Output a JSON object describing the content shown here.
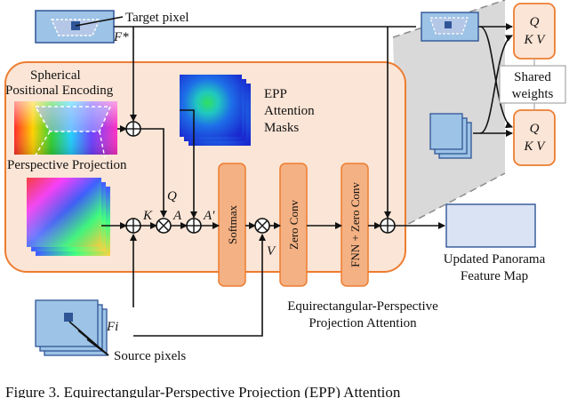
{
  "labels": {
    "target_pixel": "Target pixel",
    "spherical_line1": "Spherical",
    "spherical_line2": "Positional Encoding",
    "perspective_projection": "Perspective Projection",
    "epp_line1": "EPP",
    "epp_line2": "Attention",
    "epp_line3": "Masks",
    "softmax": "Softmax",
    "zero_conv": "Zero Conv",
    "fnn_zero_conv": "FNN + Zero Conv",
    "updated_line1": "Updated Panorama",
    "updated_line2": "Feature Map",
    "epa_line1": "Equirectangular-Perspective",
    "epa_line2": "Projection Attention",
    "source_pixels": "Source pixels",
    "shared_line1": "Shared",
    "shared_line2": "weights"
  },
  "symbols": {
    "f_star": "F*",
    "f_i": "Fi",
    "q": "Q",
    "k": "K",
    "v": "V",
    "a": "A",
    "a_prime": "A′",
    "qkv_top_q": "Q",
    "qkv_top_kv": "K V",
    "qkv_bot_q": "Q",
    "qkv_bot_kv": "K V"
  },
  "caption": "Figure 3. Equirectangular-Perspective Projection (EPP) Attention",
  "colors": {
    "orange_fill": "#fbe5d6",
    "orange_border": "#ed7d31",
    "block_fill": "#f4b183",
    "blue_fill": "#9dc3e6",
    "blue_dark": "#2f5597",
    "blue_light": "#dae3f3"
  }
}
